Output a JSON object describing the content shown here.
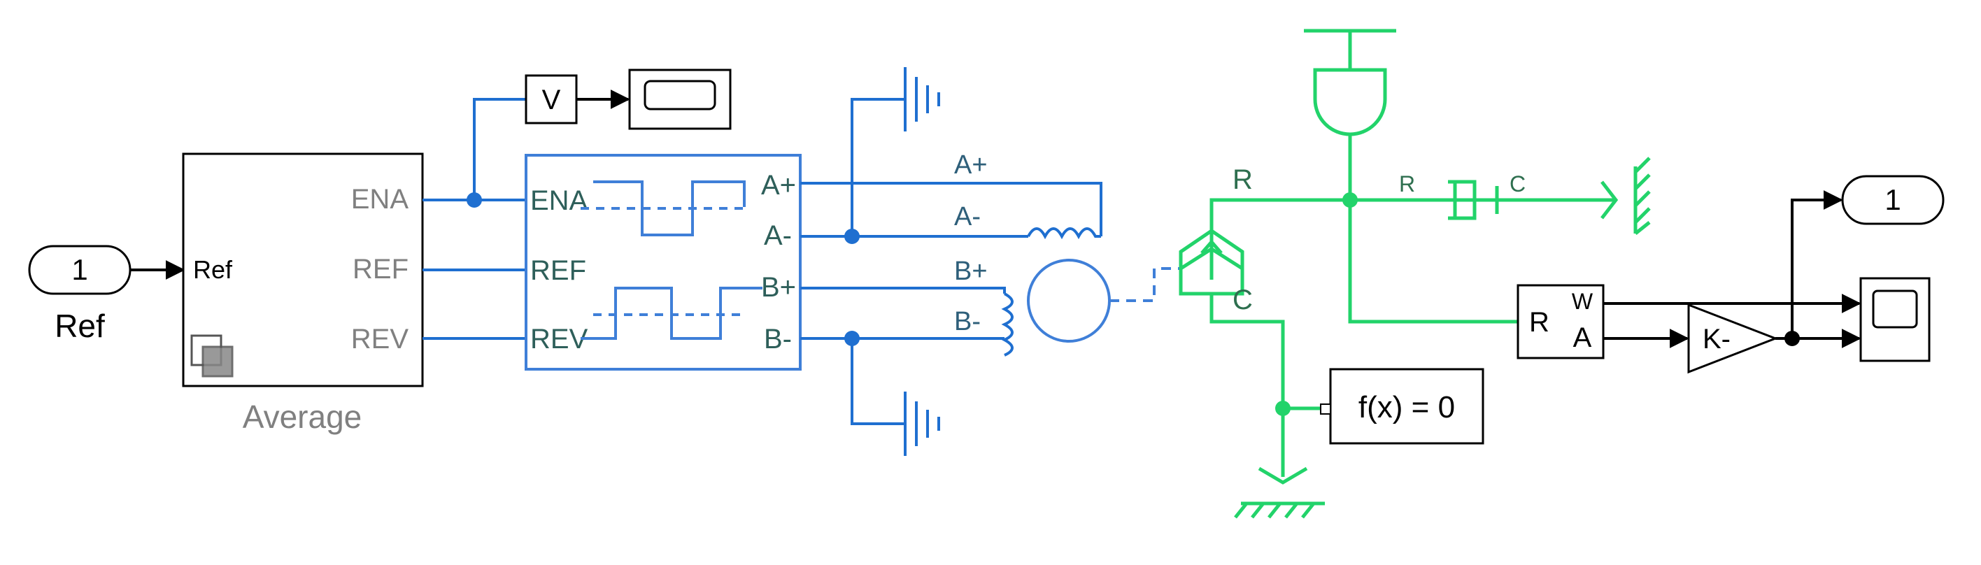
{
  "inport": {
    "number": "1",
    "name": "Ref"
  },
  "average_block": {
    "name": "Average",
    "in_port": "Ref",
    "out_ports": [
      "ENA",
      "REF",
      "REV"
    ]
  },
  "voltage_sensor": {
    "label": "V"
  },
  "driver_block": {
    "in_ports": [
      "ENA",
      "REF",
      "REV"
    ],
    "out_ports": [
      "A+",
      "A-",
      "B+",
      "B-"
    ]
  },
  "motor_terminals": [
    "A+",
    "A-",
    "B+",
    "B-"
  ],
  "mech_conv": {
    "ports": [
      "R",
      "C"
    ]
  },
  "damper": {
    "ports": [
      "R",
      "C"
    ]
  },
  "solver": {
    "label": "f(x) = 0"
  },
  "motion_sensor": {
    "in_port": "R",
    "out_ports": [
      "W",
      "A"
    ]
  },
  "gain": {
    "label": "K-"
  },
  "outport": {
    "number": "1"
  },
  "colors": {
    "blue": "#1f6fd0",
    "green": "#22d36a",
    "black": "#000000",
    "grey": "#808080"
  }
}
